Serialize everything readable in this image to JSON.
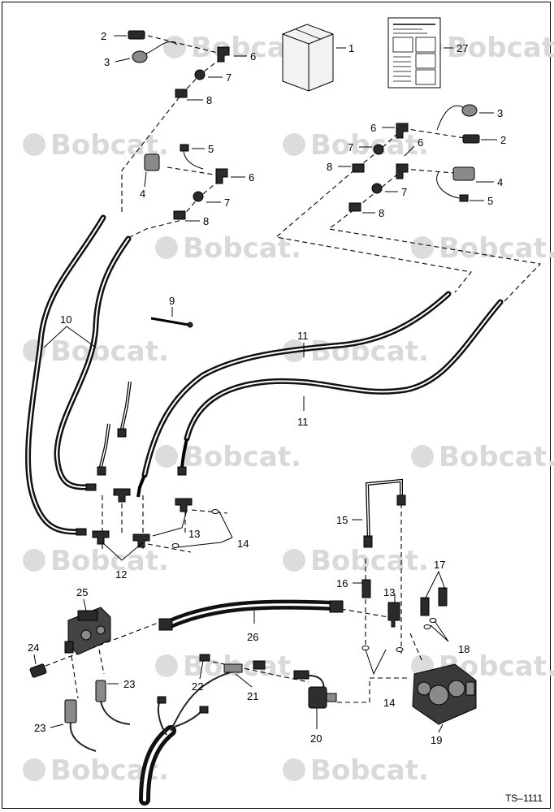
{
  "figure_id": "TS–1111",
  "watermark_text": "Bobcat.",
  "colors": {
    "line": "#000000",
    "hose": "#111111",
    "watermark": "#d9d9d9",
    "background": "#ffffff"
  },
  "callouts": [
    {
      "id": "c1",
      "text": "1"
    },
    {
      "id": "c27",
      "text": "27"
    },
    {
      "id": "c2a",
      "text": "2"
    },
    {
      "id": "c3a",
      "text": "3"
    },
    {
      "id": "c6a",
      "text": "6"
    },
    {
      "id": "c7a",
      "text": "7"
    },
    {
      "id": "c8a",
      "text": "8"
    },
    {
      "id": "c5a",
      "text": "5"
    },
    {
      "id": "c4a",
      "text": "4"
    },
    {
      "id": "c6b",
      "text": "6"
    },
    {
      "id": "c7b",
      "text": "7"
    },
    {
      "id": "c8b",
      "text": "8"
    },
    {
      "id": "c3b",
      "text": "3"
    },
    {
      "id": "c6c",
      "text": "6"
    },
    {
      "id": "c2b",
      "text": "2"
    },
    {
      "id": "c7c",
      "text": "7"
    },
    {
      "id": "c6d",
      "text": "6"
    },
    {
      "id": "c8c",
      "text": "8"
    },
    {
      "id": "c4b",
      "text": "4"
    },
    {
      "id": "c7d",
      "text": "7"
    },
    {
      "id": "c5b",
      "text": "5"
    },
    {
      "id": "c8d",
      "text": "8"
    },
    {
      "id": "c9",
      "text": "9"
    },
    {
      "id": "c10",
      "text": "10"
    },
    {
      "id": "c11a",
      "text": "11"
    },
    {
      "id": "c11b",
      "text": "11"
    },
    {
      "id": "c13a",
      "text": "13"
    },
    {
      "id": "c14a",
      "text": "14"
    },
    {
      "id": "c12",
      "text": "12"
    },
    {
      "id": "c15",
      "text": "15"
    },
    {
      "id": "c16",
      "text": "16"
    },
    {
      "id": "c13b",
      "text": "13"
    },
    {
      "id": "c17",
      "text": "17"
    },
    {
      "id": "c18",
      "text": "18"
    },
    {
      "id": "c14b",
      "text": "14"
    },
    {
      "id": "c19",
      "text": "19"
    },
    {
      "id": "c20",
      "text": "20"
    },
    {
      "id": "c21",
      "text": "21"
    },
    {
      "id": "c22",
      "text": "22"
    },
    {
      "id": "c23a",
      "text": "23"
    },
    {
      "id": "c23b",
      "text": "23"
    },
    {
      "id": "c24",
      "text": "24"
    },
    {
      "id": "c25",
      "text": "25"
    },
    {
      "id": "c26",
      "text": "26"
    }
  ]
}
